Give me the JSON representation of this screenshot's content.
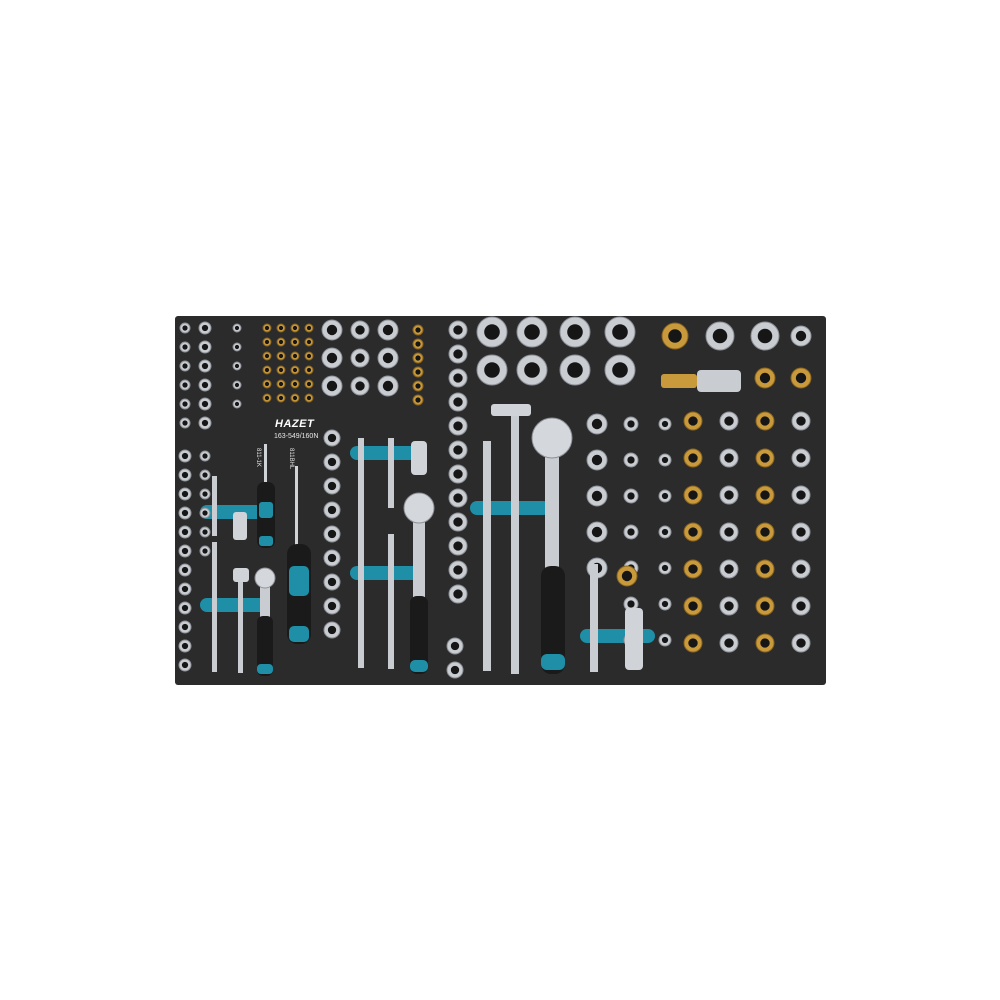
{
  "product": {
    "brand": "HAZET",
    "model_number": "163-549/160N"
  },
  "labels": {
    "screwdriver_1": "811-1K",
    "screwdriver_2": "811BHL"
  },
  "colors": {
    "background": "#ffffff",
    "foam_tray": "#2b2b2b",
    "foam_cavity": "#161616",
    "accent_teal": "#1e8fa6",
    "chrome": "#c9cdd2",
    "bit_gold": "#c99a3c"
  }
}
